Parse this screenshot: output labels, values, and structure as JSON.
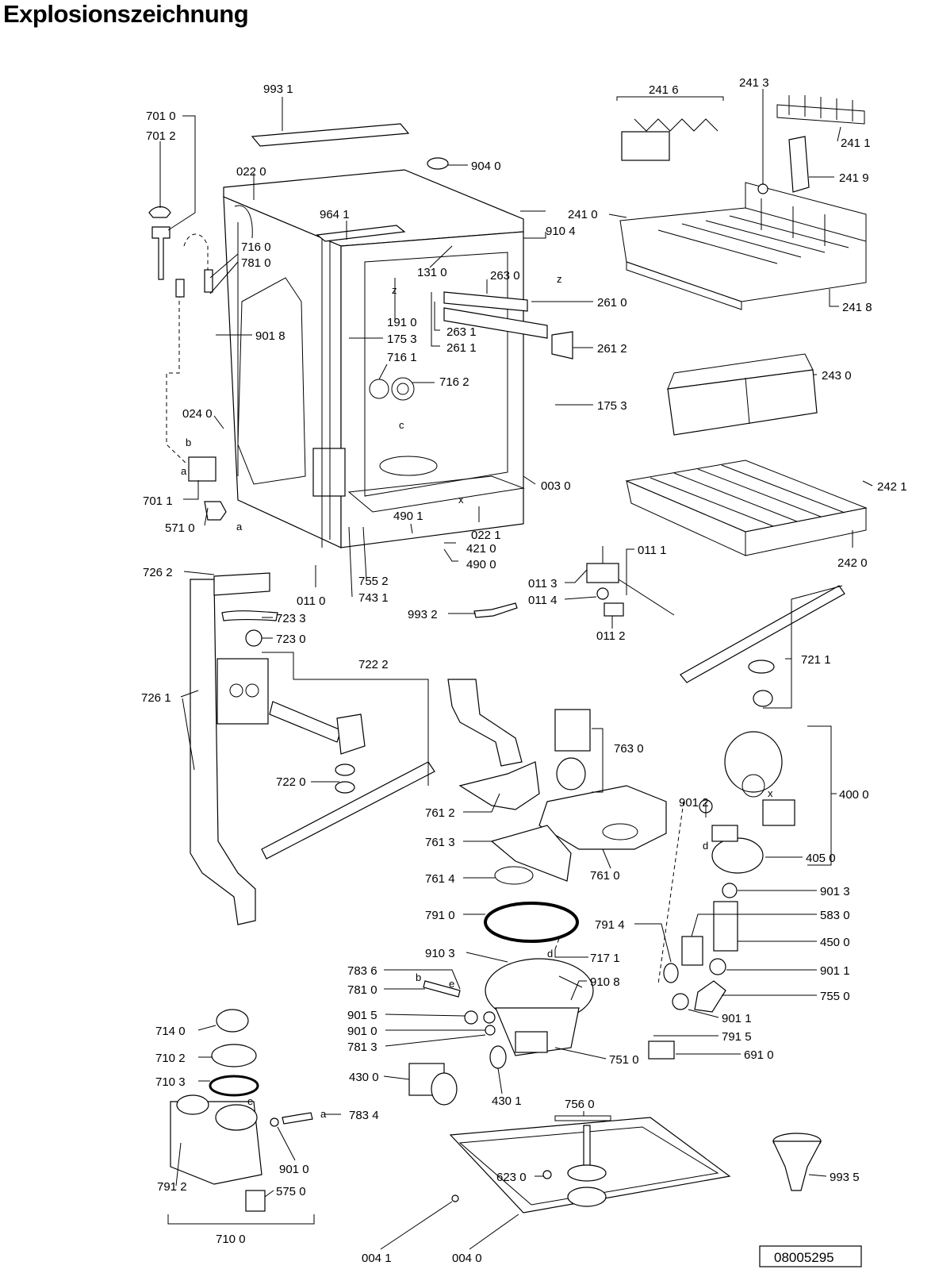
{
  "title": "Explosionszeichnung",
  "document_number": "08005295",
  "part_labels": [
    "993 1",
    "701 0",
    "701 2",
    "904 0",
    "022 0",
    "964 1",
    "910 4",
    "716 0",
    "781 0",
    "131 0",
    "263 0",
    "901 8",
    "191 0",
    "175 3",
    "263 1",
    "261 1",
    "261 0",
    "261 2",
    "716 1",
    "716 2",
    "024 0",
    "175 3",
    "003 0",
    "701 1",
    "571 0",
    "490 1",
    "421 0",
    "490 0",
    "022 1",
    "755 2",
    "743 1",
    "011 0",
    "241 6",
    "241 3",
    "241 1",
    "241 9",
    "241 0",
    "241 8",
    "243 0",
    "242 1",
    "242 0",
    "011 1",
    "011 3",
    "011 4",
    "011 2",
    "993 2",
    "726 2",
    "723 3",
    "723 0",
    "722 2",
    "726 1",
    "722 0",
    "721 1",
    "763 0",
    "400 0",
    "761 2",
    "761 3",
    "761 4",
    "761 0",
    "901 2",
    "405 0",
    "791 0",
    "901 3",
    "791 4",
    "583 0",
    "450 0",
    "910 3",
    "717 1",
    "783 6",
    "910 8",
    "781 0",
    "901 1",
    "901 5",
    "755 0",
    "901 0",
    "901 1",
    "781 3",
    "791 5",
    "751 0",
    "691 0",
    "714 0",
    "430 0",
    "430 1",
    "710 2",
    "710 3",
    "783 4",
    "756 0",
    "901 0",
    "993 5",
    "791 2",
    "575 0",
    "623 0",
    "710 0",
    "004 1",
    "004 0"
  ],
  "letter_markers": [
    "b",
    "a",
    "a",
    "c",
    "x",
    "z",
    "z",
    "x",
    "d",
    "d",
    "e",
    "b",
    "e",
    "a"
  ]
}
